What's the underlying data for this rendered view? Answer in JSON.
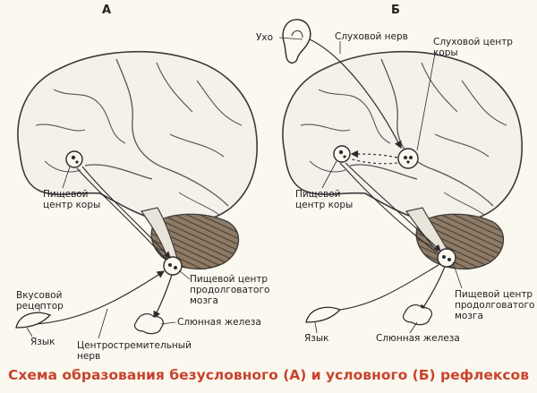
{
  "panels": {
    "a": {
      "letter": "А",
      "labels": {
        "cortex_center": "Пищевой\nцентр  коры",
        "medulla_center": "Пищевой центр\nпродолговатого\nмозга",
        "taste_receptor": "Вкусовой\nрецептор",
        "tongue": "Язык",
        "afferent_nerve": "Центростремительный\nнерв",
        "salivary_gland": "Слюнная железа"
      }
    },
    "b": {
      "letter": "Б",
      "labels": {
        "ear": "Ухо",
        "auditory_nerve": "Слуховой нерв",
        "auditory_center": "Слуховой центр\nкоры",
        "cortex_center": "Пищевой\nцентр коры",
        "medulla_center": "Пищевой центр\nпродолговатого\nмозга",
        "tongue": "Язык",
        "salivary_gland": "Слюнная железа"
      }
    }
  },
  "caption": "Схема образования безусловного (А) и условного (Б) рефлексов",
  "colors": {
    "caption": "#c8432b",
    "brain_fill": "#f4f1ea",
    "cerebellum": "#8a7762",
    "line": "#2b2b2b"
  }
}
